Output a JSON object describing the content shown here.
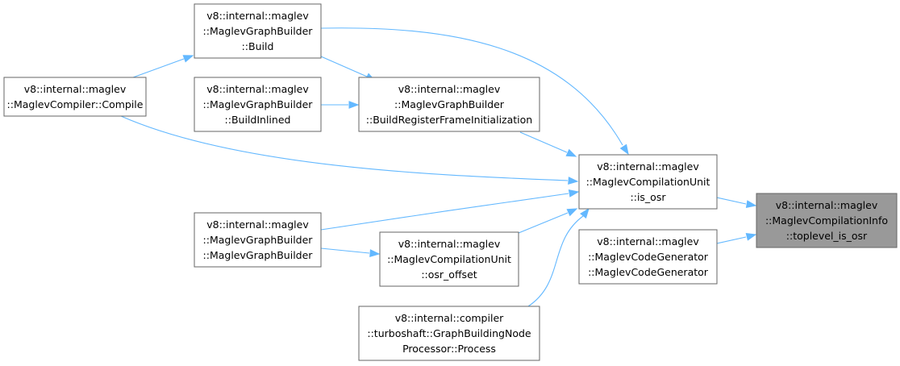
{
  "graph": {
    "nodes": [
      {
        "id": "toplevel",
        "lines": [
          "v8::internal::maglev",
          "::MaglevCompilationInfo",
          "::toplevel_is_osr"
        ],
        "highlight": true
      },
      {
        "id": "is_osr",
        "lines": [
          "v8::internal::maglev",
          "::MaglevCompilationUnit",
          "::is_osr"
        ]
      },
      {
        "id": "codegen",
        "lines": [
          "v8::internal::maglev",
          "::MaglevCodeGenerator",
          "::MaglevCodeGenerator"
        ]
      },
      {
        "id": "build",
        "lines": [
          "v8::internal::maglev",
          "::MaglevGraphBuilder",
          "::Build"
        ]
      },
      {
        "id": "buildinlined",
        "lines": [
          "v8::internal::maglev",
          "::MaglevGraphBuilder",
          "::BuildInlined"
        ]
      },
      {
        "id": "buildreg",
        "lines": [
          "v8::internal::maglev",
          "::MaglevGraphBuilder",
          "::BuildRegisterFrameInitialization"
        ]
      },
      {
        "id": "compile",
        "lines": [
          "v8::internal::maglev",
          "::MaglevCompiler::Compile"
        ]
      },
      {
        "id": "graphbuilder",
        "lines": [
          "v8::internal::maglev",
          "::MaglevGraphBuilder",
          "::MaglevGraphBuilder"
        ]
      },
      {
        "id": "osr_offset",
        "lines": [
          "v8::internal::maglev",
          "::MaglevCompilationUnit",
          "::osr_offset"
        ]
      },
      {
        "id": "turboshaft",
        "lines": [
          "v8::internal::compiler",
          "::turboshaft::GraphBuildingNode",
          "Processor::Process"
        ]
      }
    ],
    "edges": [
      {
        "from": "is_osr",
        "to": "toplevel"
      },
      {
        "from": "codegen",
        "to": "toplevel"
      },
      {
        "from": "build",
        "to": "is_osr"
      },
      {
        "from": "buildreg",
        "to": "is_osr"
      },
      {
        "from": "compile",
        "to": "is_osr"
      },
      {
        "from": "graphbuilder",
        "to": "is_osr"
      },
      {
        "from": "osr_offset",
        "to": "is_osr"
      },
      {
        "from": "turboshaft",
        "to": "is_osr"
      },
      {
        "from": "compile",
        "to": "build"
      },
      {
        "from": "build",
        "to": "buildreg"
      },
      {
        "from": "buildinlined",
        "to": "buildreg"
      },
      {
        "from": "graphbuilder",
        "to": "osr_offset"
      }
    ],
    "colors": {
      "edge": "#63b8ff",
      "node_border": "#666666",
      "highlight_fill": "#999999"
    }
  }
}
